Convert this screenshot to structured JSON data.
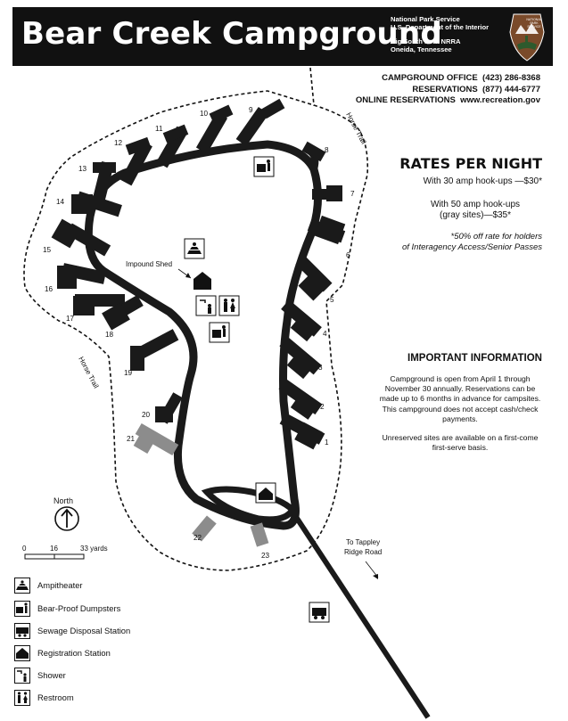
{
  "header": {
    "title": "Bear Creek Campground",
    "agency_line1": "National Park Service",
    "agency_line2": "U.S. Department of the Interior",
    "park_line1": "Big South Fork NRRA",
    "park_line2": "Oneida, Tennessee",
    "logo_text_line1": "NATIONAL",
    "logo_text_line2": "PARK",
    "logo_text_line3": "SERVICE"
  },
  "contacts": [
    {
      "label": "CAMPGROUND OFFICE",
      "value": "(423) 286-8368"
    },
    {
      "label": "RESERVATIONS",
      "value": "(877) 444-6777"
    },
    {
      "label": "ONLINE RESERVATIONS",
      "value": "www.recreation.gov"
    }
  ],
  "rates": {
    "title": "RATES PER NIGHT",
    "rate_30": "With 30 amp hook-ups —$30*",
    "rate_50_line1": "With 50 amp hook-ups",
    "rate_50_line2": "(gray sites)—$35*",
    "discount_line1": "*50% off rate for holders",
    "discount_line2": "of Interagency Access/Senior Passes"
  },
  "info": {
    "title": "IMPORTANT INFORMATION",
    "paragraph1": "Campground is open from April 1 through November 30 annually. Reservations can be made up to 6 months in advance for campsites. This campground does not accept cash/check payments.",
    "paragraph2": "Unreserved sites are available on a first-come first-serve basis."
  },
  "map": {
    "sites": [
      "1",
      "2",
      "3",
      "4",
      "5",
      "6",
      "7",
      "8",
      "9",
      "10",
      "11",
      "12",
      "13",
      "14",
      "15",
      "16",
      "17",
      "18",
      "19",
      "20",
      "21",
      "22",
      "23"
    ],
    "gray_sites": [
      "21",
      "22",
      "23"
    ],
    "labels": {
      "impound_shed": "Impound Shed",
      "horse_trail_top": "Horse Trail",
      "horse_trail_left": "Horse Trail",
      "to_road_line1": "To Tappley",
      "to_road_line2": "Ridge Road"
    },
    "north_label": "North",
    "scale": {
      "ticks": [
        "0",
        "16",
        "33 yards"
      ]
    }
  },
  "legend": [
    {
      "icon": "amphitheater-icon",
      "label": "Ampitheater"
    },
    {
      "icon": "dumpster-icon",
      "label": "Bear-Proof Dumpsters"
    },
    {
      "icon": "sewage-disposal-icon",
      "label": "Sewage Disposal Station"
    },
    {
      "icon": "registration-icon",
      "label": "Registration Station"
    },
    {
      "icon": "shower-icon",
      "label": "Shower"
    },
    {
      "icon": "restroom-icon",
      "label": "Restroom"
    }
  ],
  "colors": {
    "header_bg": "#111111",
    "road": "#1a1a1a",
    "gray_site": "#8c8c8c",
    "logo_brown": "#7a4a2a"
  }
}
